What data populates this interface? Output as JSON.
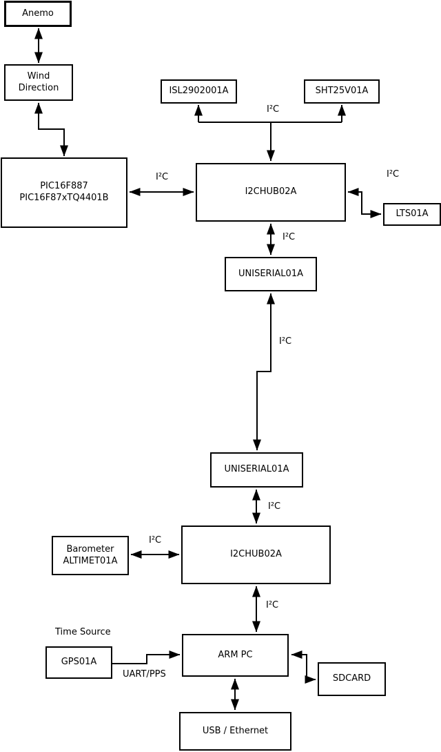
{
  "diagram": {
    "type": "block-diagram",
    "colors": {
      "line": "#000000",
      "background": "#ffffff",
      "box_fill": "#ffffff",
      "text": "#000000"
    },
    "nodes": {
      "anemo": {
        "label": "Anemo"
      },
      "wind": {
        "label": "Wind\nDirection"
      },
      "pic": {
        "label": "PIC16F887\nPIC16F87xTQ4401B"
      },
      "isl": {
        "label": "ISL2902001A"
      },
      "sht": {
        "label": "SHT25V01A"
      },
      "hub1": {
        "label": "I2CHUB02A"
      },
      "lts": {
        "label": "LTS01A"
      },
      "uniserial1": {
        "label": "UNISERIAL01A"
      },
      "uniserial2": {
        "label": "UNISERIAL01A"
      },
      "hub2": {
        "label": "I2CHUB02A"
      },
      "baro": {
        "label": "Barometer\nALTIMET01A"
      },
      "gps": {
        "label": "GPS01A"
      },
      "arm": {
        "label": "ARM PC"
      },
      "sdcard": {
        "label": "SDCARD"
      },
      "usb": {
        "label": "USB / Ethernet"
      }
    },
    "edge_labels": {
      "pic_hub": "I²C",
      "hub_sens": "I²C",
      "hub_lts": "I²C",
      "hub_uni": "I²C",
      "uni_uni": "I²C",
      "uni_hub2": "I²C",
      "baro_hub2": "I²C",
      "hub2_arm": "I²C",
      "uart_pps": "UART/PPS"
    },
    "annotations": {
      "time_source": "Time Source"
    },
    "edges": [
      {
        "from": "Anemo",
        "to": "Wind Direction",
        "direction": "both",
        "label": ""
      },
      {
        "from": "Wind Direction",
        "to": "PIC16F887 PIC16F87xTQ4401B",
        "direction": "both",
        "label": ""
      },
      {
        "from": "PIC16F887 PIC16F87xTQ4401B",
        "to": "I2CHUB02A (upper)",
        "direction": "both",
        "label": "I²C"
      },
      {
        "from": "I2CHUB02A (upper)",
        "to": "ISL2902001A",
        "direction": "forward",
        "label": "I²C"
      },
      {
        "from": "I2CHUB02A (upper)",
        "to": "SHT25V01A",
        "direction": "forward",
        "label": "I²C"
      },
      {
        "from": "I2CHUB02A (upper)",
        "to": "LTS01A",
        "direction": "both",
        "label": "I²C"
      },
      {
        "from": "I2CHUB02A (upper)",
        "to": "UNISERIAL01A (upper)",
        "direction": "both",
        "label": "I²C"
      },
      {
        "from": "UNISERIAL01A (upper)",
        "to": "UNISERIAL01A (lower)",
        "direction": "both",
        "label": "I²C"
      },
      {
        "from": "UNISERIAL01A (lower)",
        "to": "I2CHUB02A (lower)",
        "direction": "both",
        "label": "I²C"
      },
      {
        "from": "Barometer ALTIMET01A",
        "to": "I2CHUB02A (lower)",
        "direction": "both",
        "label": "I²C"
      },
      {
        "from": "I2CHUB02A (lower)",
        "to": "ARM PC",
        "direction": "both",
        "label": "I²C"
      },
      {
        "from": "GPS01A",
        "to": "ARM PC",
        "direction": "forward",
        "label": "UART/PPS"
      },
      {
        "from": "ARM PC",
        "to": "SDCARD",
        "direction": "both",
        "label": ""
      },
      {
        "from": "ARM PC",
        "to": "USB / Ethernet",
        "direction": "both",
        "label": ""
      }
    ]
  }
}
